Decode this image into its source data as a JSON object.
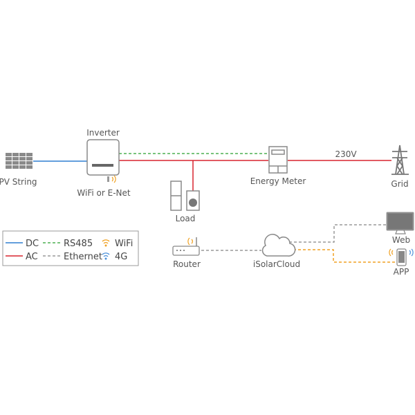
{
  "nodes": {
    "pv_string": "PV String",
    "inverter": "Inverter",
    "inverter_comm": "WiFi or E-Net",
    "load": "Load",
    "energy_meter": "Energy Meter",
    "grid": "Grid",
    "voltage": "230V",
    "router": "Router",
    "cloud": "iSolarCloud",
    "web": "Web",
    "app": "APP"
  },
  "legend": {
    "dc": "DC",
    "ac": "AC",
    "rs485": "RS485",
    "ethernet": "Ethernet",
    "wifi": "WiFi",
    "g4": "4G"
  },
  "colors": {
    "dc": "#2f7fd0",
    "ac": "#d9232e",
    "rs485": "#4caf50",
    "ethernet": "#999999",
    "wifi": "#f0a020",
    "g4": "#4a90d9",
    "device": "#888888"
  }
}
